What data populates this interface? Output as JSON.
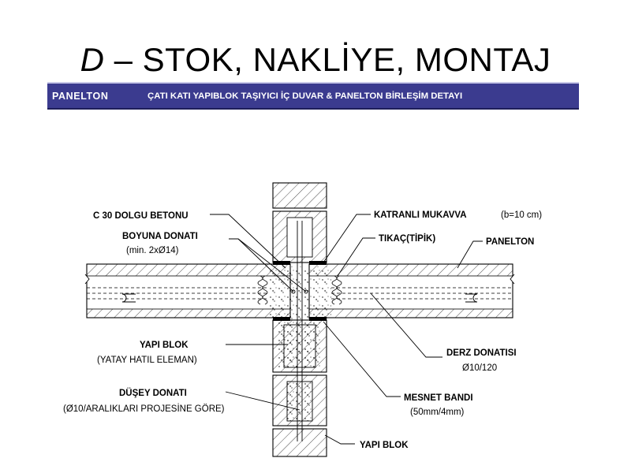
{
  "title": {
    "letter": "D",
    "rest": " – STOK, NAKLİYE, MONTAJ"
  },
  "banner": {
    "brand": "PANELTON",
    "title": "ÇATI KATI YAPIBLOK TAŞIYICI İÇ DUVAR & PANELTON BİRLEŞİM  DETAYI",
    "background_color": "#3b3b8f",
    "text_color": "#ffffff"
  },
  "labels": {
    "c30": "C 30 DOLGU BETONU",
    "boyuna": "BOYUNA DONATI",
    "boyuna_sub": "(min. 2xØ14)",
    "yapi_blok": "YAPI BLOK",
    "yapi_blok_sub": "(YATAY HATIL ELEMAN)",
    "dusey": "DÜŞEY DONATI",
    "dusey_sub": "(Ø10/ARALIKLARI PROJESİNE GÖRE)",
    "katranli": "KATRANLI MUKAVVA",
    "katranli_sub": "(b=10 cm)",
    "tikac": "TIKAÇ(TİPİK)",
    "panelton": "PANELTON",
    "derz": "DERZ DONATISI",
    "derz_sub": "Ø10/120",
    "mesnet": "MESNET BANDI",
    "mesnet_sub": "(50mm/4mm)",
    "yapi_blok_bottom": "YAPI BLOK"
  }
}
